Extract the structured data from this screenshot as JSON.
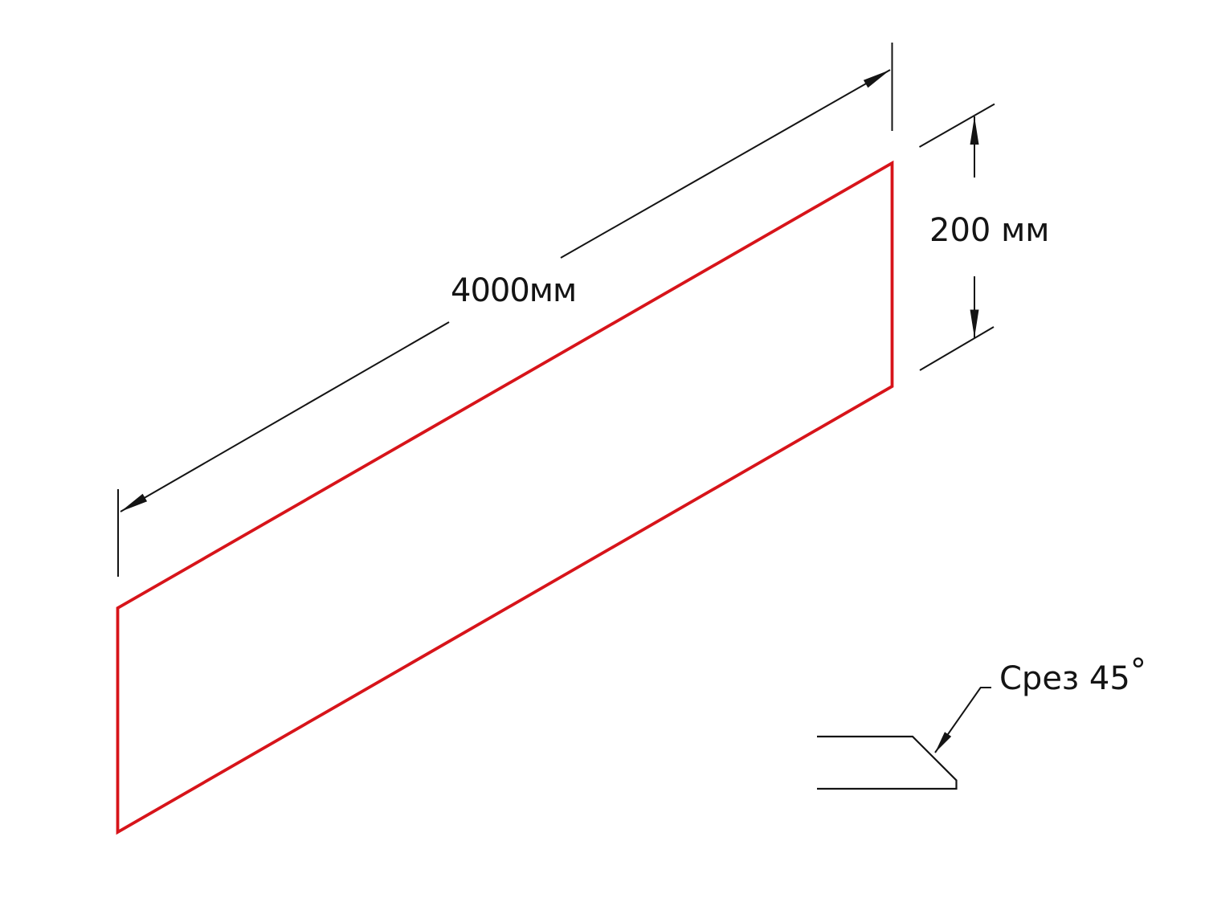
{
  "drawing": {
    "description": "Isometric technical drawing of a long flat strip (plank) with chamfered edge detail",
    "background_color": "#ffffff",
    "line_color": "#141414",
    "part_outline_color": "#d7141a",
    "length_dimension": {
      "label": "4000мм",
      "value_mm": 4000
    },
    "height_dimension": {
      "label": "200 мм",
      "value_mm": 200
    },
    "chamfer_callout": {
      "label": "Срез 45",
      "degree_symbol": "°",
      "angle_deg": 45
    }
  }
}
